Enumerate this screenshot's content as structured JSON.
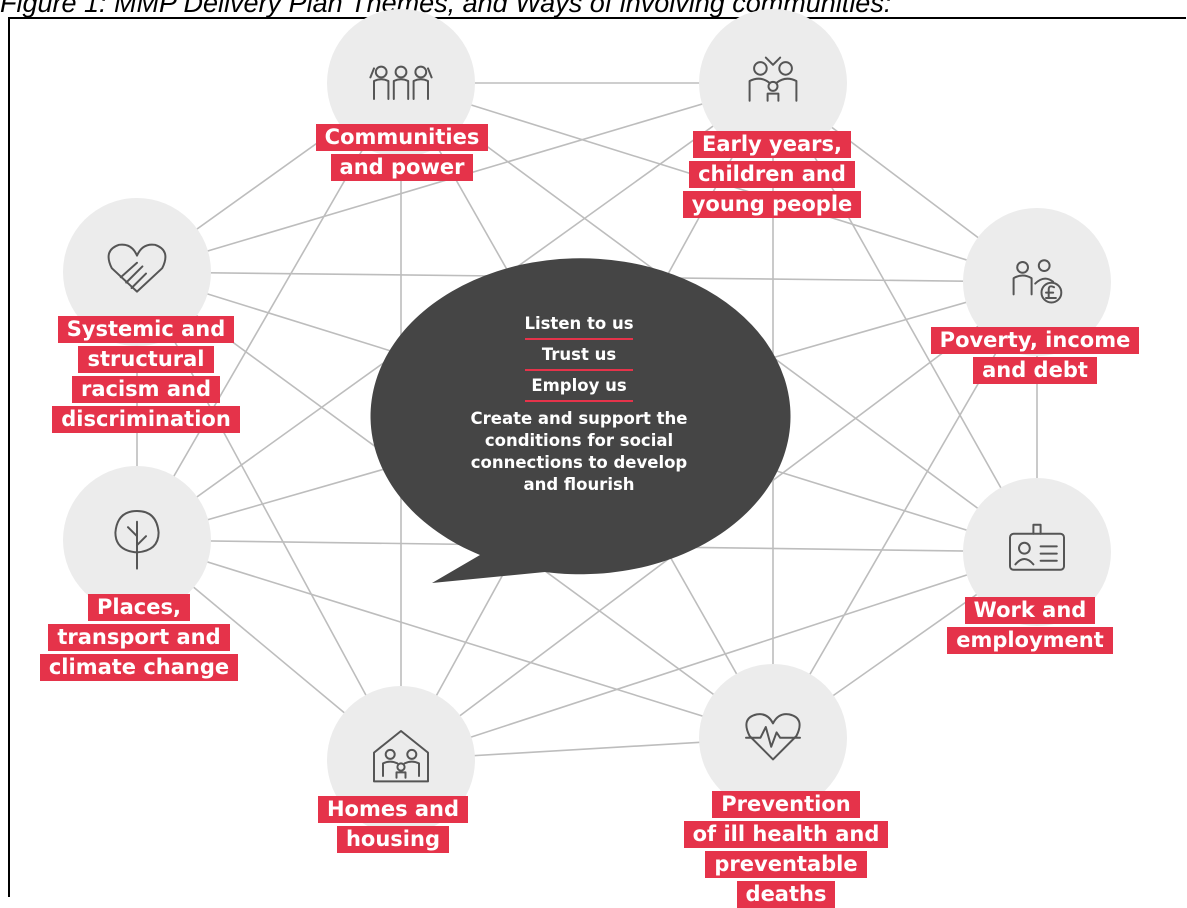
{
  "figure": {
    "caption": "Figure 1: MMP Delivery Plan Themes, and Ways of involving communities:",
    "center": {
      "messages": [
        "Listen to us",
        "Trust us",
        "Employ us"
      ],
      "call_to_action": [
        "Create and support the",
        "conditions for social",
        "connections to develop",
        "and flourish"
      ]
    },
    "themes": [
      {
        "id": "communities",
        "icon": "community-people-icon",
        "lines": [
          "Communities",
          "and power"
        ]
      },
      {
        "id": "early-years",
        "icon": "family-child-icon",
        "lines": [
          "Early years,",
          "children and",
          "young people"
        ]
      },
      {
        "id": "poverty",
        "icon": "family-pound-icon",
        "lines": [
          "Poverty, income",
          "and debt"
        ]
      },
      {
        "id": "work",
        "icon": "id-badge-icon",
        "lines": [
          "Work and",
          "employment"
        ]
      },
      {
        "id": "prevention",
        "icon": "heartbeat-icon",
        "lines": [
          "Prevention",
          "of ill health and",
          "preventable",
          "deaths"
        ]
      },
      {
        "id": "homes",
        "icon": "house-family-icon",
        "lines": [
          "Homes and",
          "housing"
        ]
      },
      {
        "id": "places",
        "icon": "tree-icon",
        "lines": [
          "Places,",
          "transport and",
          "climate change"
        ]
      },
      {
        "id": "racism",
        "icon": "handshake-heart-icon",
        "lines": [
          "Systemic and",
          "structural",
          "racism and",
          "discrimination"
        ]
      }
    ],
    "colors": {
      "accent": "#e5334a",
      "bubble": "#454545",
      "icon_circle": "#ececec",
      "lines": "#bdbdbd",
      "icon": "#555555"
    }
  }
}
